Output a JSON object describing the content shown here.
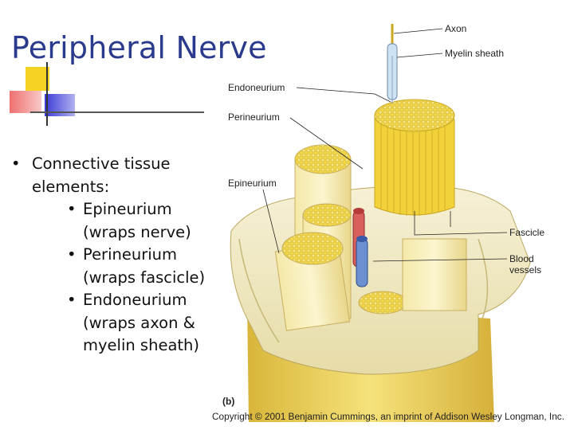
{
  "slide": {
    "title": "Peripheral Nerve",
    "bullets": {
      "heading": "Connective tissue elements:",
      "items": [
        "Epineurium (wraps nerve)",
        "Perineurium (wraps fascicle)",
        "Endoneurium (wraps axon & myelin sheath)"
      ]
    }
  },
  "figure": {
    "labels": {
      "axon": "Axon",
      "myelin_sheath": "Myelin sheath",
      "endoneurium": "Endoneurium",
      "perineurium": "Perineurium",
      "epineurium": "Epineurium",
      "fascicle": "Fascicle",
      "blood_vessels_1": "Blood",
      "blood_vessels_2": "vessels",
      "panel": "(b)"
    },
    "copyright": "Copyright © 2001 Benjamin Cummings, an imprint of Addison Wesley Longman, Inc."
  },
  "colors": {
    "title": "#2a3a8c",
    "deco_yellow": "#f5d324",
    "deco_blue": "#3a3ad6",
    "deco_red": "#f07070",
    "nerve_yellow": "#f2dc6a",
    "sheath_cream": "#f4eecc"
  }
}
